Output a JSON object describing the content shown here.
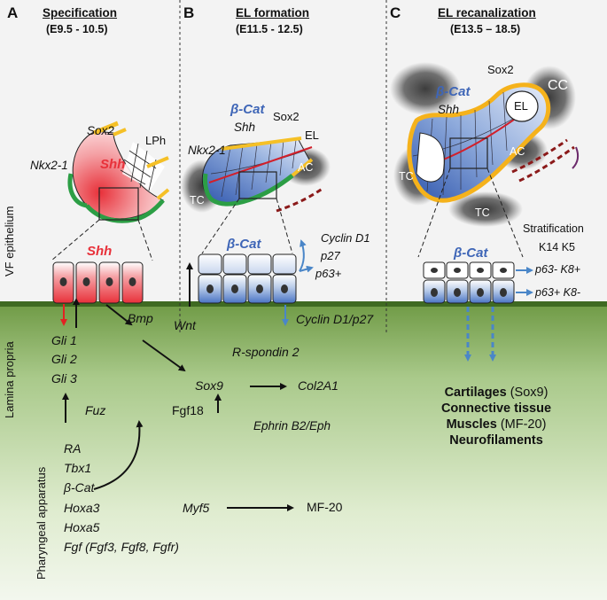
{
  "panels": [
    {
      "letter": "A",
      "title": "Specification",
      "range": "(E9.5 - 10.5)"
    },
    {
      "letter": "B",
      "title": "EL formation",
      "range": "(E11.5 - 12.5)"
    },
    {
      "letter": "C",
      "title": "EL recanalization",
      "range": "(E13.5 – 18.5)"
    }
  ],
  "side_labels": {
    "epithelium": "VF epithelium",
    "lamina": "Lamina propria",
    "pharyngeal": "Pharyngeal apparatus"
  },
  "panel_a": {
    "sox2": "Sox2",
    "lph": "LPh",
    "nkx21": "Nkx2-1",
    "shh_bud": "Shh",
    "shh_cells": "Shh",
    "gli1": "Gli 1",
    "gli2": "Gli 2",
    "gli3": "Gli 3",
    "fuz": "Fuz",
    "bmp": "Bmp",
    "factors": [
      "RA",
      "Tbx1",
      "β-Cat",
      "Hoxa3",
      "Hoxa5",
      "Fgf  (Fgf3, Fgf8, Fgfr)"
    ]
  },
  "panel_b": {
    "bcat_top": "β-Cat",
    "shh": "Shh",
    "sox2": "Sox2",
    "el": "EL",
    "nkx21": "Nkx2-1",
    "tc": "TC",
    "ac": "AC",
    "bcat_cells": "β-Cat",
    "cyclin_d1": "Cyclin D1",
    "p27": "p27",
    "p63": "p63+",
    "wnt": "Wnt",
    "cyclin_p27": "Cyclin D1/p27",
    "rspondin": "R-spondin 2",
    "sox9": "Sox9",
    "col2a1": "Col2A1",
    "fgf18": "Fgf18",
    "ephrin": "Ephrin B2/Eph",
    "myf5": "Myf5",
    "mf20": "MF-20"
  },
  "panel_c": {
    "bcat_top": "β-Cat",
    "shh": "Shh",
    "sox2": "Sox2",
    "cc": "CC",
    "el": "EL",
    "tc": "TC",
    "ac": "AC",
    "tc_bottom": "TC",
    "stratification": "Stratification",
    "k_markers": "K14 K5",
    "bcat_cells": "β-Cat",
    "upper_layer": "p63- K8+",
    "lower_layer": "p63+ K8-",
    "tissues": [
      {
        "bold": "Cartilages",
        "normal": " (Sox9)"
      },
      {
        "bold": "Connective tissue",
        "normal": ""
      },
      {
        "bold": "Muscles",
        "normal": " (MF-20)"
      },
      {
        "bold": "Neurofilaments",
        "normal": ""
      }
    ]
  },
  "colors": {
    "background": "#f3f3f3",
    "lamina_green": "#6f9a45",
    "shh_red": "#e8313a",
    "bcat_blue": "#3f66b7",
    "sox2_yellow": "#f5c026",
    "nkx_green": "#2c9e45",
    "arrow_black": "#111111",
    "arrow_blue": "#4a86c8",
    "arrow_red": "#e22222",
    "vessel_red": "#8b1a1a"
  }
}
